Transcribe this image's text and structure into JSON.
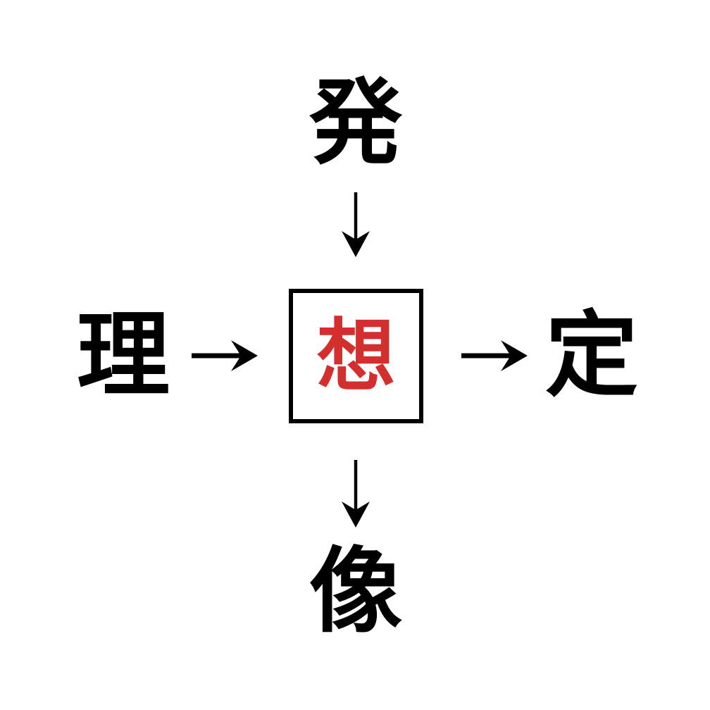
{
  "diagram": {
    "title": "",
    "background_color": "#ffffff",
    "accent_color": "#d32f2f",
    "line_color": "#000000",
    "layout": "cross",
    "nodes": {
      "top": {
        "label": "発",
        "color": "#000000",
        "boxed": false
      },
      "left": {
        "label": "理",
        "color": "#000000",
        "boxed": false
      },
      "center": {
        "label": "想",
        "color": "#d32f2f",
        "boxed": true
      },
      "right": {
        "label": "定",
        "color": "#000000",
        "boxed": false
      },
      "bottom": {
        "label": "像",
        "color": "#000000",
        "boxed": false
      }
    },
    "arrows": [
      {
        "name": "top-to-center",
        "glyph": "↓",
        "from": "top",
        "to": "center",
        "direction": "down",
        "color": "#000000"
      },
      {
        "name": "left-to-center",
        "glyph": "→",
        "from": "left",
        "to": "center",
        "direction": "right",
        "color": "#000000"
      },
      {
        "name": "center-to-right",
        "glyph": "→",
        "from": "center",
        "to": "right",
        "direction": "right",
        "color": "#000000"
      },
      {
        "name": "center-to-bottom",
        "glyph": "↓",
        "from": "center",
        "to": "bottom",
        "direction": "down",
        "color": "#000000"
      }
    ]
  }
}
